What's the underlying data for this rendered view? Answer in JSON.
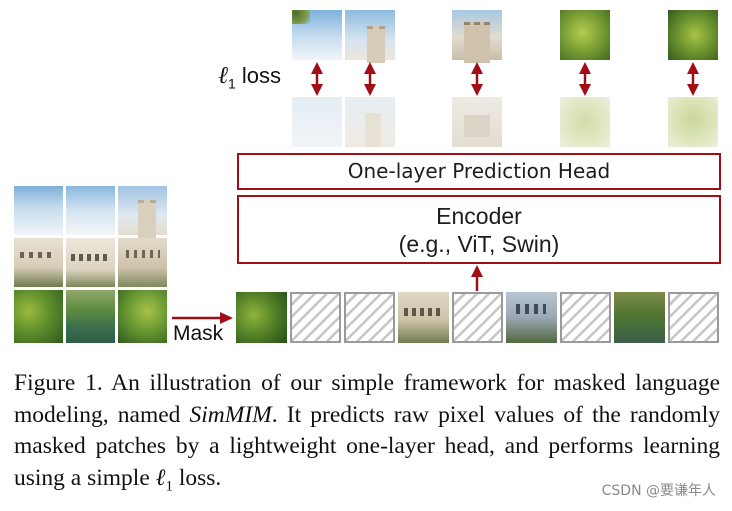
{
  "diagram": {
    "loss_label": "ℓ1 loss",
    "loss_symbol": "ℓ",
    "loss_subscript": "1",
    "loss_word": "loss",
    "head_label": "One-layer Prediction Head",
    "encoder_line1": "Encoder",
    "encoder_line2": "(e.g., ViT, Swin)",
    "mask_label": "Mask",
    "arrow_color": "#a10e16"
  },
  "caption": {
    "figure_label": "Figure 1.",
    "text_before": " An illustration of our simple framework for masked language modeling, named ",
    "method_name": "SimMIM",
    "text_after": ". It predicts raw pixel values of the randomly masked patches by a lightweight one-layer head, and performs learning using a simple ",
    "loss_symbol": "ℓ",
    "loss_subscript": "1",
    "text_end": " loss."
  },
  "watermark": "CSDN @要谦年人"
}
